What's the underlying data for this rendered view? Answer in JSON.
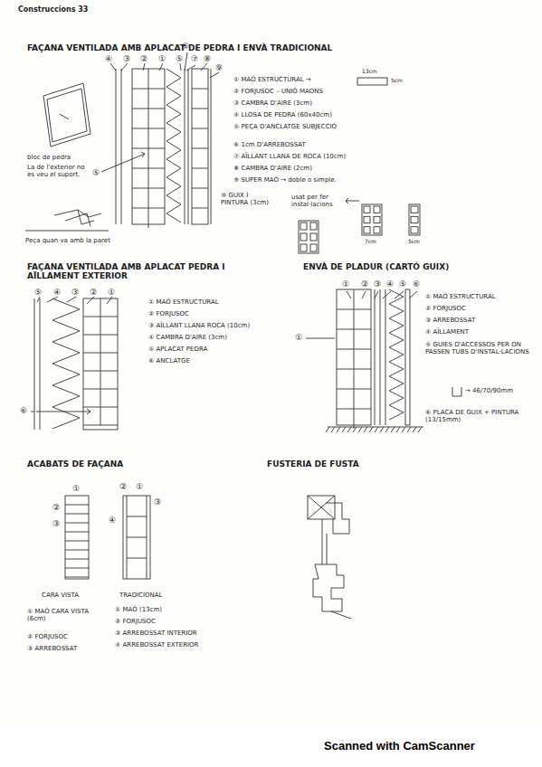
{
  "diagram": {
    "labels": [
      "Construccions 33",
      "FAÇANA VENTILADA AMB APLACAT DE PEDRA I ENVÀ TRADICIONAL",
      "④",
      "③",
      "②",
      "⑥",
      "①",
      "⑤",
      "⑦",
      "⑧",
      "⑨",
      "⑤",
      "bloc de pedra",
      "La de l'exterior no es veu el suport.",
      "Peça quan va amb la paret",
      "① MAÓ ESTRUCTURAL →",
      "13cm",
      "5cm",
      "② FORJUSOC – UNIÓ MAONS",
      "③ CAMBRA D'AIRE (3cm)",
      "④ LLOSA DE PEDRA (60x40cm)",
      "⑤ PEÇA D'ANCLATGE SUBJECCIÓ",
      "⑥ 1cm D'ARREBOSSAT",
      "⑦ AÏLLANT LLANA DE ROCA (10cm)",
      "⑧ CAMBRA D'AIRE (2cm)",
      "⑨ SUPER MAÓ → doble o simple.",
      "⑩ GUIX I PINTURA (3cm)",
      "usat per fer instal·lacions",
      "7cm",
      "5cm",
      "FAÇANA VENTILADA AMB APLACAT PEDRA I AÏLLAMENT EXTERIOR",
      "⑤",
      "④",
      "③",
      "②",
      "①",
      "⑥",
      "① MAÓ ESTRUCTURAL",
      "② FORJUSOC",
      "③ AÏLLANT LLANA ROCA (10cm)",
      "④ CAMBRA D'AIRE (3cm)",
      "⑤ APLACAT PEDRA",
      "⑥ ANCLATGE",
      "ENVÀ DE PLADUR (CARTÓ GUIX)",
      "①",
      "②",
      "③",
      "④",
      "⑤",
      "⑥",
      "①",
      "① MAÓ ESTRUCTURAL",
      "② FORJUSOC",
      "③ ARREBOSSAT",
      "④ AÏLLAMENT",
      "⑤ GUIES D'ACCESSOS PER ON PASSEN TUBS D'INSTAL·LACIONS",
      "→ 46/70/90mm",
      "⑥ PLACA DE GUIX + PINTURA (13/15mm)",
      "ACABATS DE FAÇANA",
      "①",
      "②",
      "③",
      "②",
      "①",
      "③",
      "④",
      "CARA VISTA",
      "TRADICIONAL",
      "① MAÓ CARA VISTA (6cm)",
      "② FORJUSOC",
      "③ ARREBOSSAT",
      "① MAÓ (13cm)",
      "② FORJUSOC",
      "③ ARREBOSSAT INTERIOR",
      "④ ARREBOSSAT EXTERIOR",
      "FUSTERIA DE FUSTA",
      "Scanned with CamScanner"
    ]
  }
}
